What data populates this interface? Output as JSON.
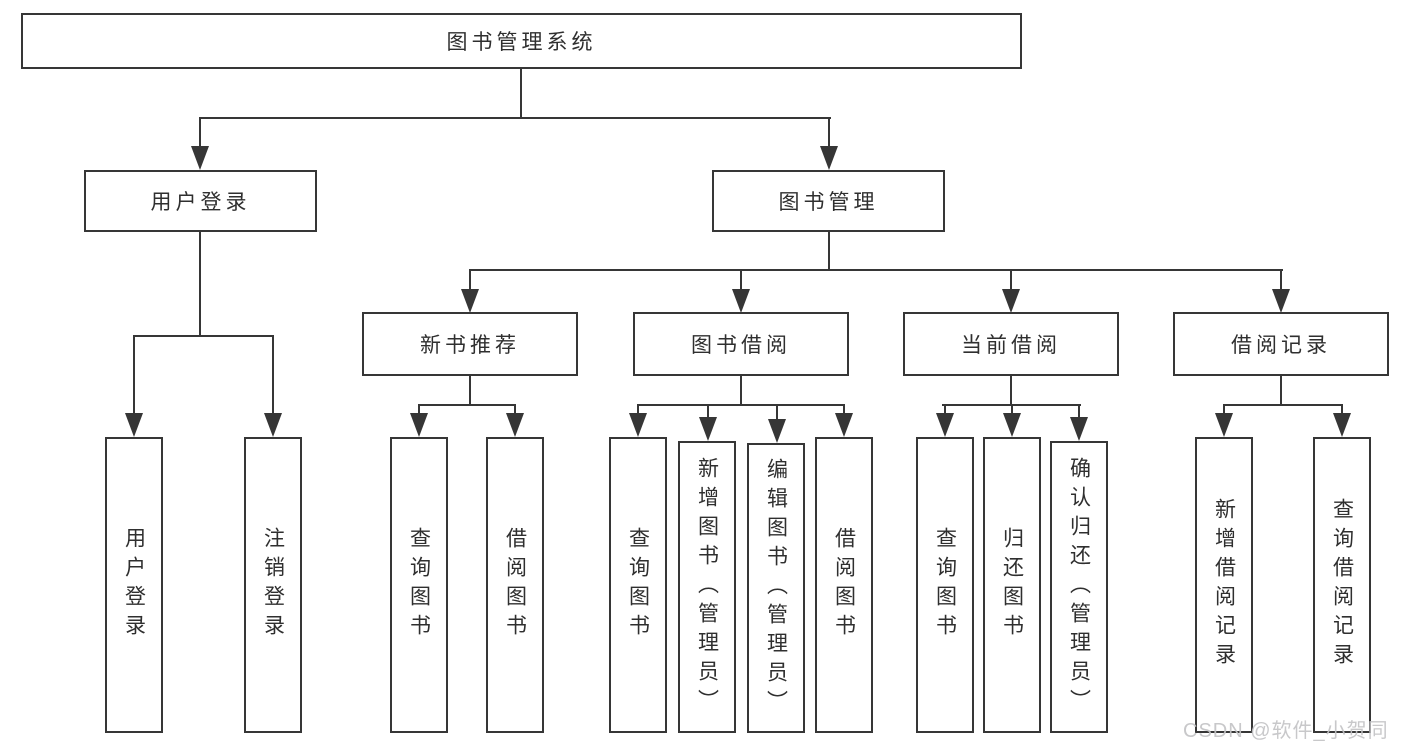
{
  "diagram": {
    "type": "hierarchy-tree",
    "root": {
      "label": "图书管理系统"
    },
    "branches": [
      {
        "label": "用户登录",
        "children": [
          {
            "label": "用户登录"
          },
          {
            "label": "注销登录"
          }
        ]
      },
      {
        "label": "图书管理",
        "children": [
          {
            "label": "新书推荐",
            "children": [
              {
                "label": "查询图书"
              },
              {
                "label": "借阅图书"
              }
            ]
          },
          {
            "label": "图书借阅",
            "children": [
              {
                "label": "查询图书"
              },
              {
                "label": "新增图书（管理员）"
              },
              {
                "label": "编辑图书（管理员）"
              },
              {
                "label": "借阅图书"
              }
            ]
          },
          {
            "label": "当前借阅",
            "children": [
              {
                "label": "查询图书"
              },
              {
                "label": "归还图书"
              },
              {
                "label": "确认归还（管理员）"
              }
            ]
          },
          {
            "label": "借阅记录",
            "children": [
              {
                "label": "新增借阅记录"
              },
              {
                "label": "查询借阅记录"
              }
            ]
          }
        ]
      }
    ]
  },
  "colors": {
    "line": "#363636",
    "text": "#2f2f2f",
    "background": "#ffffff",
    "watermark": "#c3c3c5"
  },
  "watermark": "CSDN @软件_小贺同学"
}
